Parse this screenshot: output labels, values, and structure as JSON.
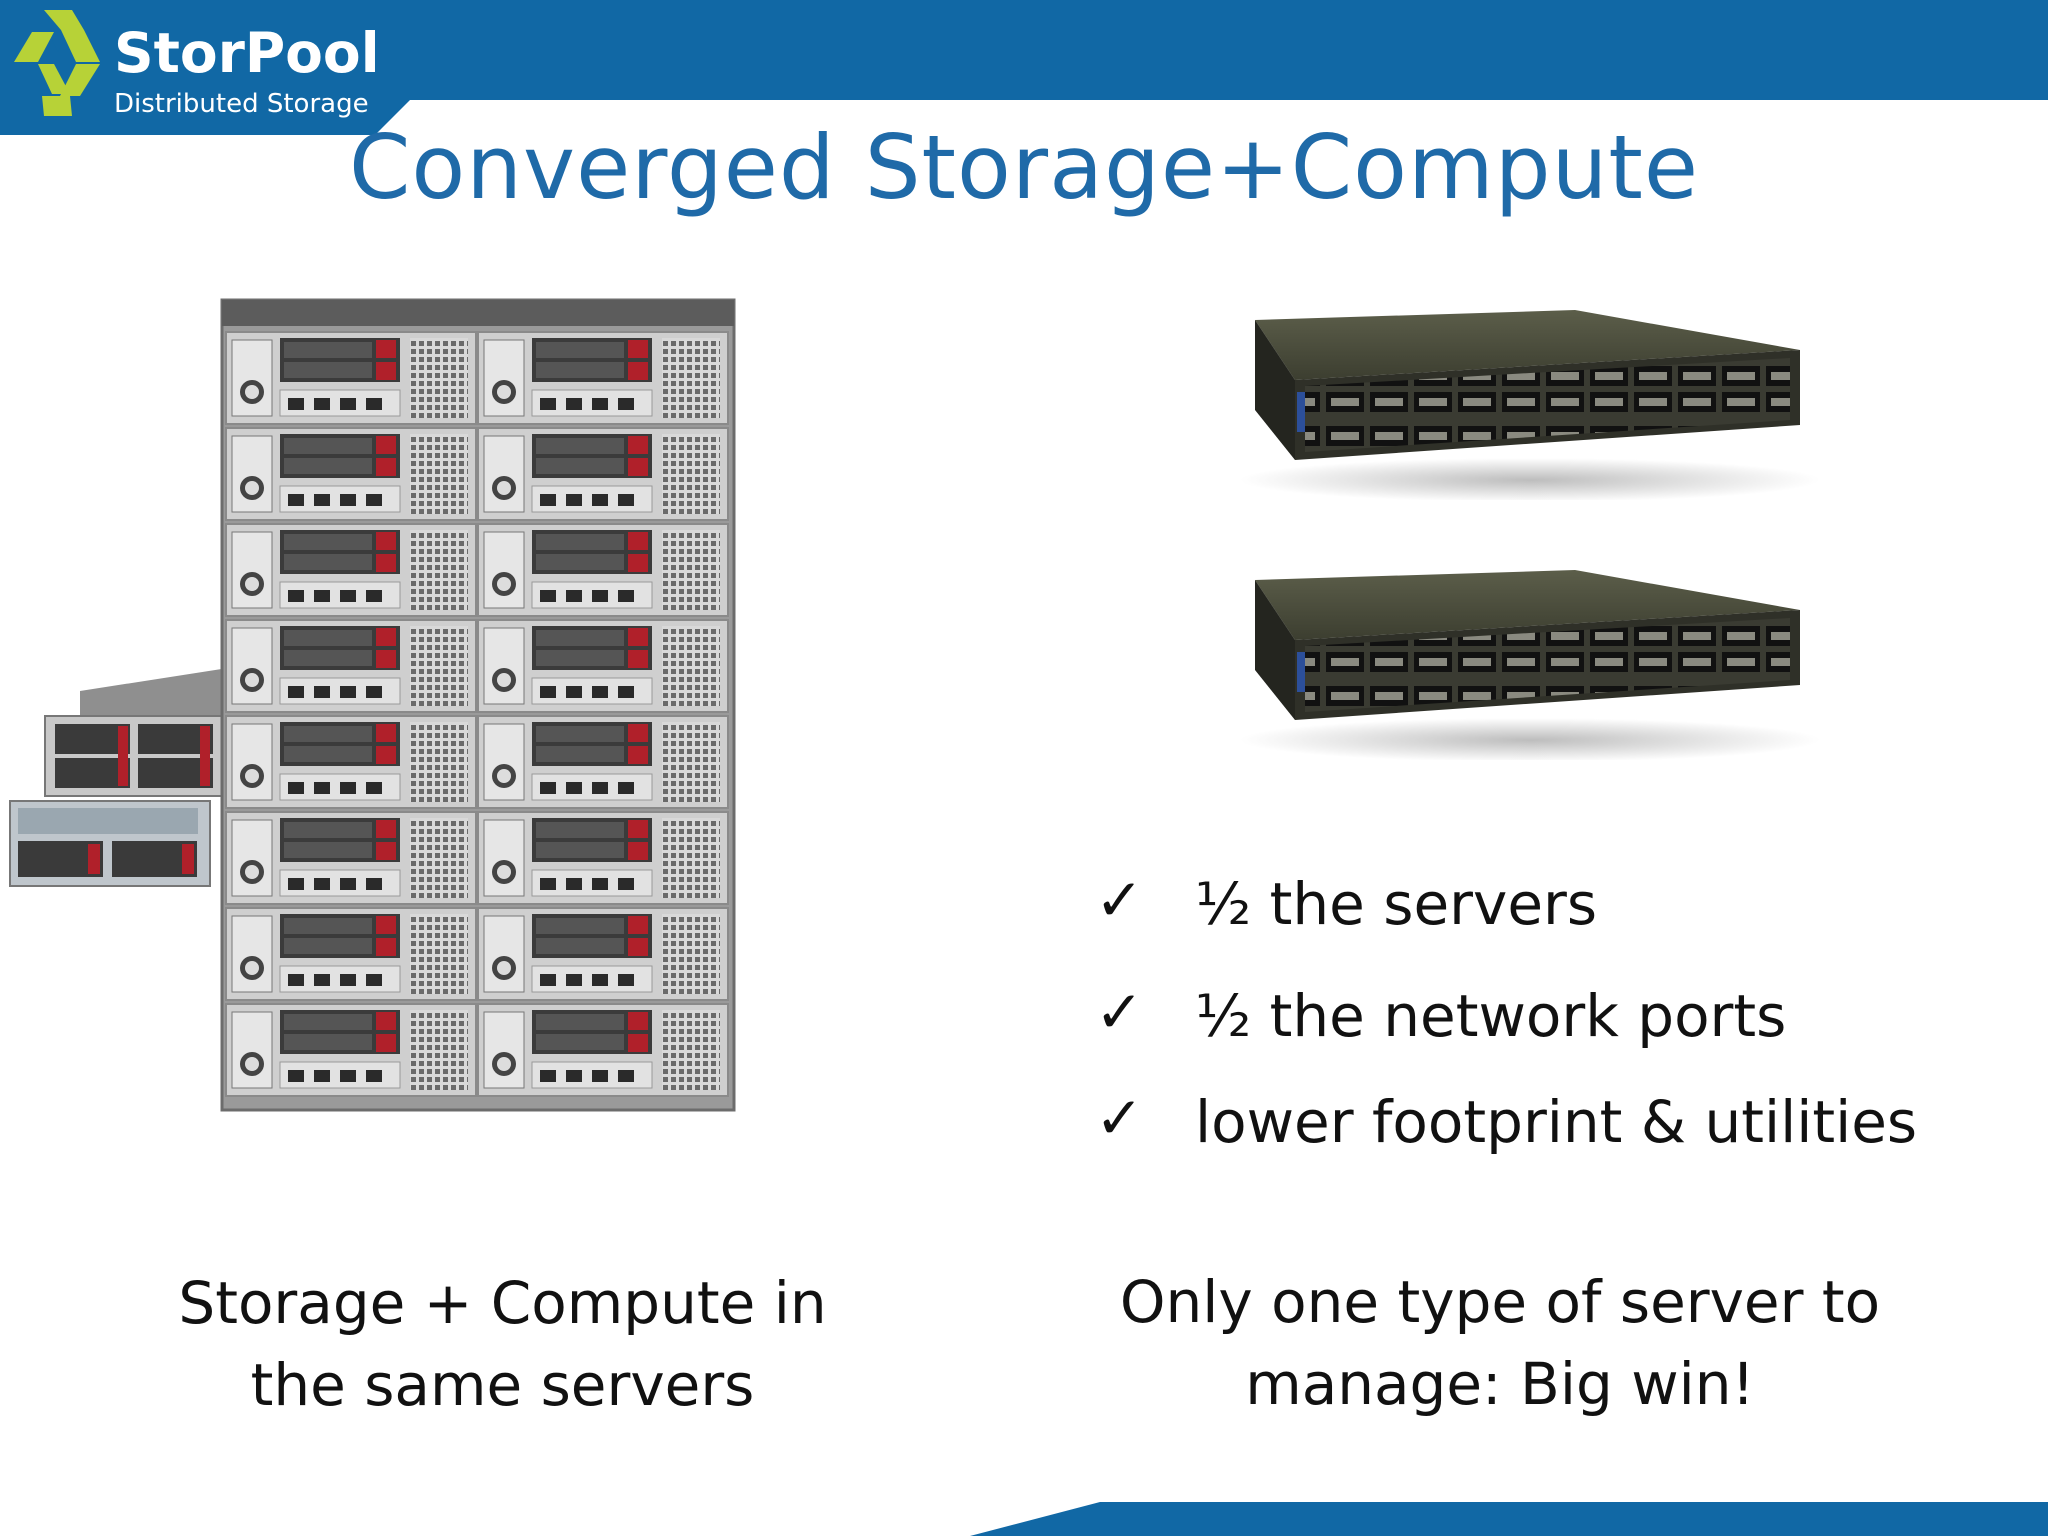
{
  "brand": {
    "name": "StorPool",
    "tagline": "Distributed Storage",
    "colors": {
      "banner": "#1168a5",
      "logo": "#b7d237",
      "title": "#1f6aa8"
    }
  },
  "slide": {
    "title": "Converged Storage+Compute"
  },
  "images": {
    "server_stack": "server-chassis-stack",
    "switches": [
      "network-switch",
      "network-switch"
    ]
  },
  "benefits": [
    {
      "icon": "checkmark-icon",
      "text": "½ the servers"
    },
    {
      "icon": "checkmark-icon",
      "text": "½ the network ports"
    },
    {
      "icon": "checkmark-icon",
      "text": "lower footprint & utilities"
    }
  ],
  "captions": {
    "left": [
      "Storage + Compute in",
      "the same servers"
    ],
    "right": [
      "Only one type of server to",
      "manage: Big win!"
    ]
  }
}
